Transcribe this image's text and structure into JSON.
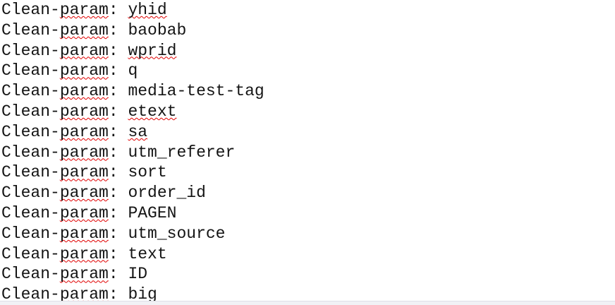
{
  "document": {
    "directive_prefix": "Clean-",
    "directive_word": "param",
    "separator": ": ",
    "lines": [
      {
        "value": "yhid",
        "misspelled": true
      },
      {
        "value": "baobab",
        "misspelled": false
      },
      {
        "value": "wprid",
        "misspelled": true
      },
      {
        "value": "q",
        "misspelled": false
      },
      {
        "value": "media-test-tag",
        "misspelled": false
      },
      {
        "value": "etext",
        "misspelled": true
      },
      {
        "value": "sa",
        "misspelled": true
      },
      {
        "value": "utm_referer",
        "misspelled": false
      },
      {
        "value": "sort",
        "misspelled": false
      },
      {
        "value": "order_id",
        "misspelled": false
      },
      {
        "value": "PAGEN",
        "misspelled": false
      },
      {
        "value": "utm_source",
        "misspelled": false
      },
      {
        "value": "text",
        "misspelled": false
      },
      {
        "value": "ID",
        "misspelled": false
      },
      {
        "value": "big",
        "misspelled": false
      }
    ]
  },
  "colors": {
    "background": "#ffffff",
    "text": "#141414",
    "spellcheck_underline": "#e00000",
    "bottom_bar_background": "#f1f1f5",
    "bottom_bar_border": "#dfdfe7"
  }
}
